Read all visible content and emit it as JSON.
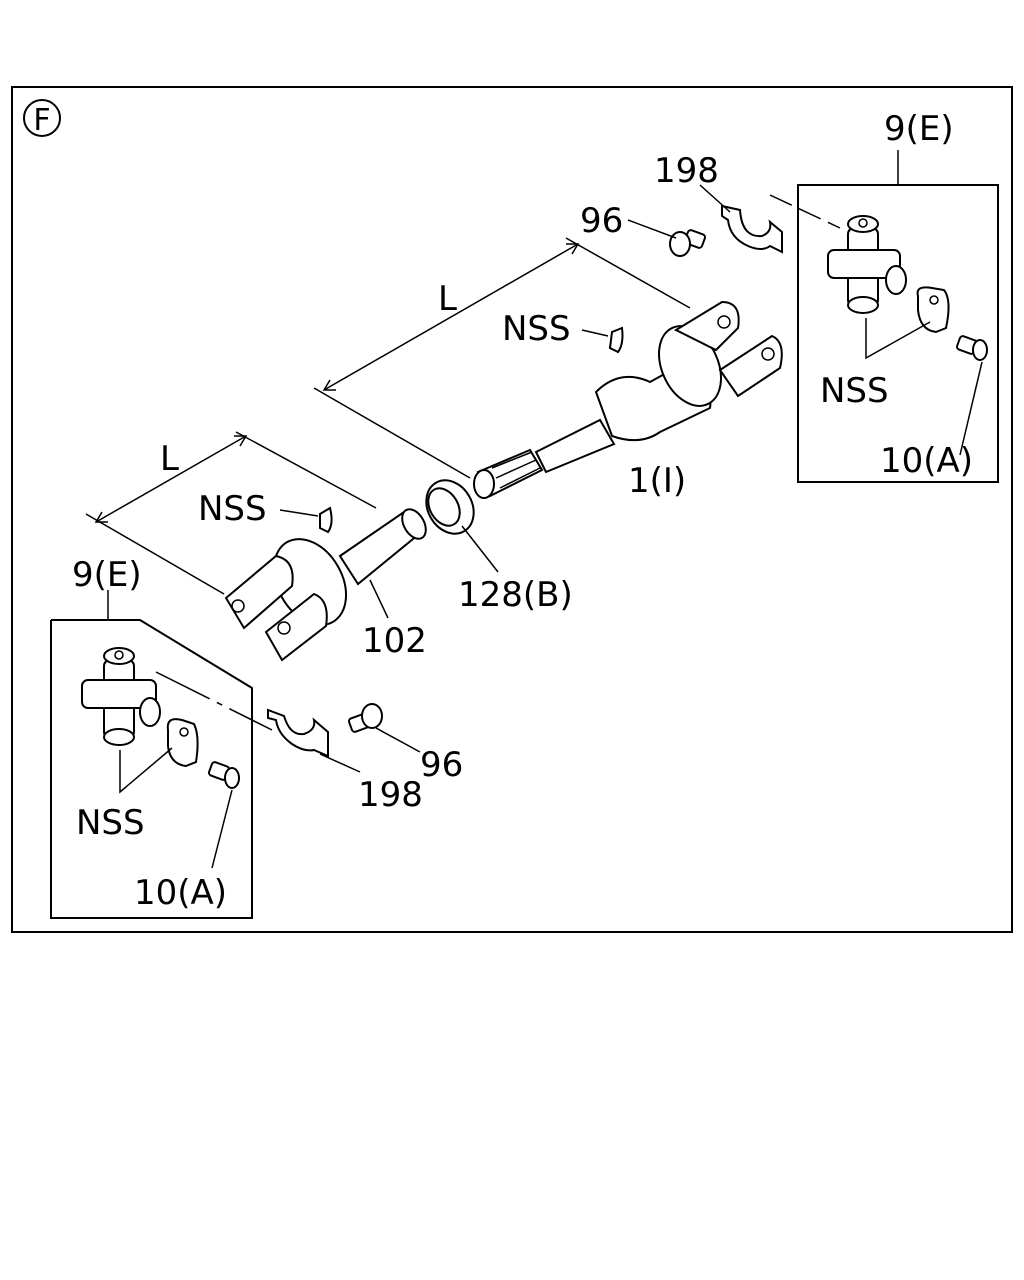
{
  "section_marker": "F",
  "labels": {
    "upper_unit_ref": "9(E)",
    "upper_bracket": "198",
    "upper_bolt": "96",
    "upper_nss_mark": "NSS",
    "upper_nss_unit": "NSS",
    "upper_cap_bolt": "10(A)",
    "shaft_main": "1(I)",
    "length_upper": "L",
    "length_lower": "L",
    "seal": "128(B)",
    "yoke_tube": "102",
    "lower_nss_mark": "NSS",
    "lower_unit_ref": "9(E)",
    "lower_nss_unit": "NSS",
    "lower_cap_bolt": "10(A)",
    "lower_bolt": "96",
    "lower_bracket": "198"
  }
}
